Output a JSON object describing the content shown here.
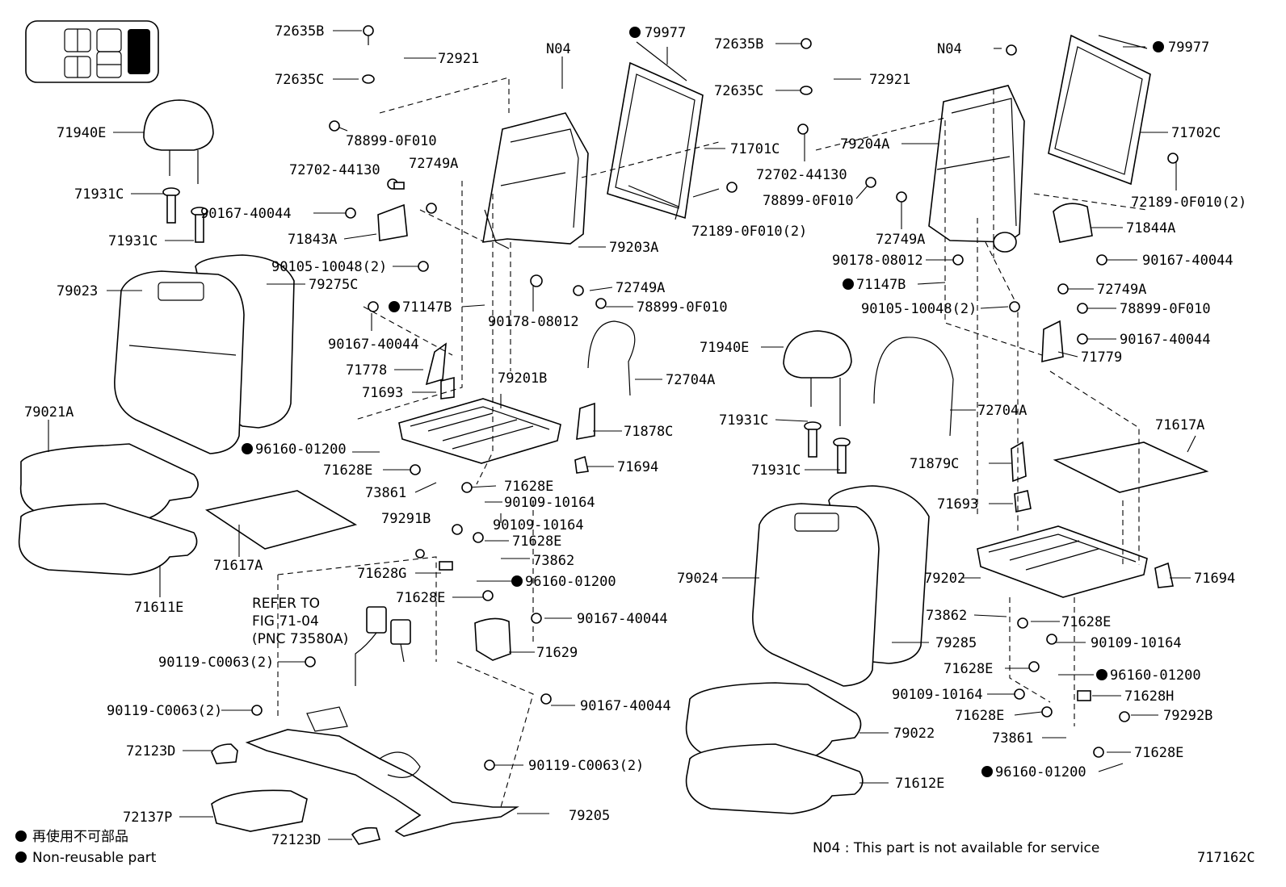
{
  "diagram": {
    "figure_code": "717162C",
    "notes": {
      "legend_jp": "再使用不可部品",
      "legend_en": "Non-reusable part",
      "n04": "N04 : This part is not available for service",
      "refer_line1": "REFER TO",
      "refer_line2": "FIG 71-04",
      "refer_line3": "(PNC 73580A)"
    },
    "labels": {
      "l72635B_1": "72635B",
      "l72921_1": "72921",
      "l72635C_1": "72635C",
      "l71940E_1": "71940E",
      "l71931C_1": "71931C",
      "l71931C_2": "71931C",
      "l78899_1": "78899-0F010",
      "l72702_1": "72702-44130",
      "l72749A_1": "72749A",
      "l90167_1": "90167-40044",
      "l71843A": "71843A",
      "l90105_1": "90105-10048(2)",
      "l79023": "79023",
      "l79275C": "79275C",
      "l71147B_1": "71147B",
      "l90167_2": "90167-40044",
      "l71778": "71778",
      "l71693_1": "71693",
      "l79021A": "79021A",
      "l96160_1": "96160-01200",
      "l71628E_1": "71628E",
      "l73861_1": "73861",
      "l71617A_1": "71617A",
      "l71611E": "71611E",
      "l79291B": "79291B",
      "l71628G": "71628G",
      "l71628E_2": "71628E",
      "l90119_1": "90119-C0063(2)",
      "l90119_2": "90119-C0063(2)",
      "l72123D_1": "72123D",
      "l72137P": "72137P",
      "l72123D_2": "72123D",
      "lN04_1": "N04",
      "l79977_1": "79977",
      "l71701C": "71701C",
      "l79203A": "79203A",
      "l72189_1": "72189-0F010(2)",
      "l72749A_2": "72749A",
      "l78899_2": "78899-0F010",
      "l90178_1": "90178-08012",
      "l72704A_1": "72704A",
      "l79201B": "79201B",
      "l71878C": "71878C",
      "l71694_1": "71694",
      "l71628E_3": "71628E",
      "l90109_1": "90109-10164",
      "l90109_2": "90109-10164",
      "l71628E_4": "71628E",
      "l73862_1": "73862",
      "l96160_2": "96160-01200",
      "l90167_3": "90167-40044",
      "l71629": "71629",
      "l90167_4": "90167-40044",
      "l90119_3": "90119-C0063(2)",
      "l79205": "79205",
      "l72635B_2": "72635B",
      "l72921_2": "72921",
      "l72635C_2": "72635C",
      "l72702_2": "72702-44130",
      "l78899_3": "78899-0F010",
      "l72749A_3": "72749A",
      "l90178_2": "90178-08012",
      "l71147B_2": "71147B",
      "l90105_2": "90105-10048(2)",
      "l71940E_2": "71940E",
      "l71931C_3": "71931C",
      "l71931C_4": "71931C",
      "l72704A_2": "72704A",
      "l71879C": "71879C",
      "l71693_2": "71693",
      "l79024": "79024",
      "l79285": "79285",
      "l79022": "79022",
      "l71612E": "71612E",
      "lN04_2": "N04",
      "l79204A": "79204A",
      "l79977_2": "79977",
      "l71702C": "71702C",
      "l72189_2": "72189-0F010(2)",
      "l71844A": "71844A",
      "l90167_5": "90167-40044",
      "l72749A_4": "72749A",
      "l78899_4": "78899-0F010",
      "l90167_6": "90167-40044",
      "l71779": "71779",
      "l71617A_2": "71617A",
      "l79202": "79202",
      "l71694_2": "71694",
      "l73862_2": "73862",
      "l71628E_5": "71628E",
      "l90109_3": "90109-10164",
      "l71628E_6": "71628E",
      "l96160_3": "96160-01200",
      "l90109_4": "90109-10164",
      "l71628H": "71628H",
      "l71628E_7": "71628E",
      "l79292B": "79292B",
      "l73861_2": "73861",
      "l71628E_8": "71628E",
      "l96160_4": "96160-01200"
    }
  }
}
